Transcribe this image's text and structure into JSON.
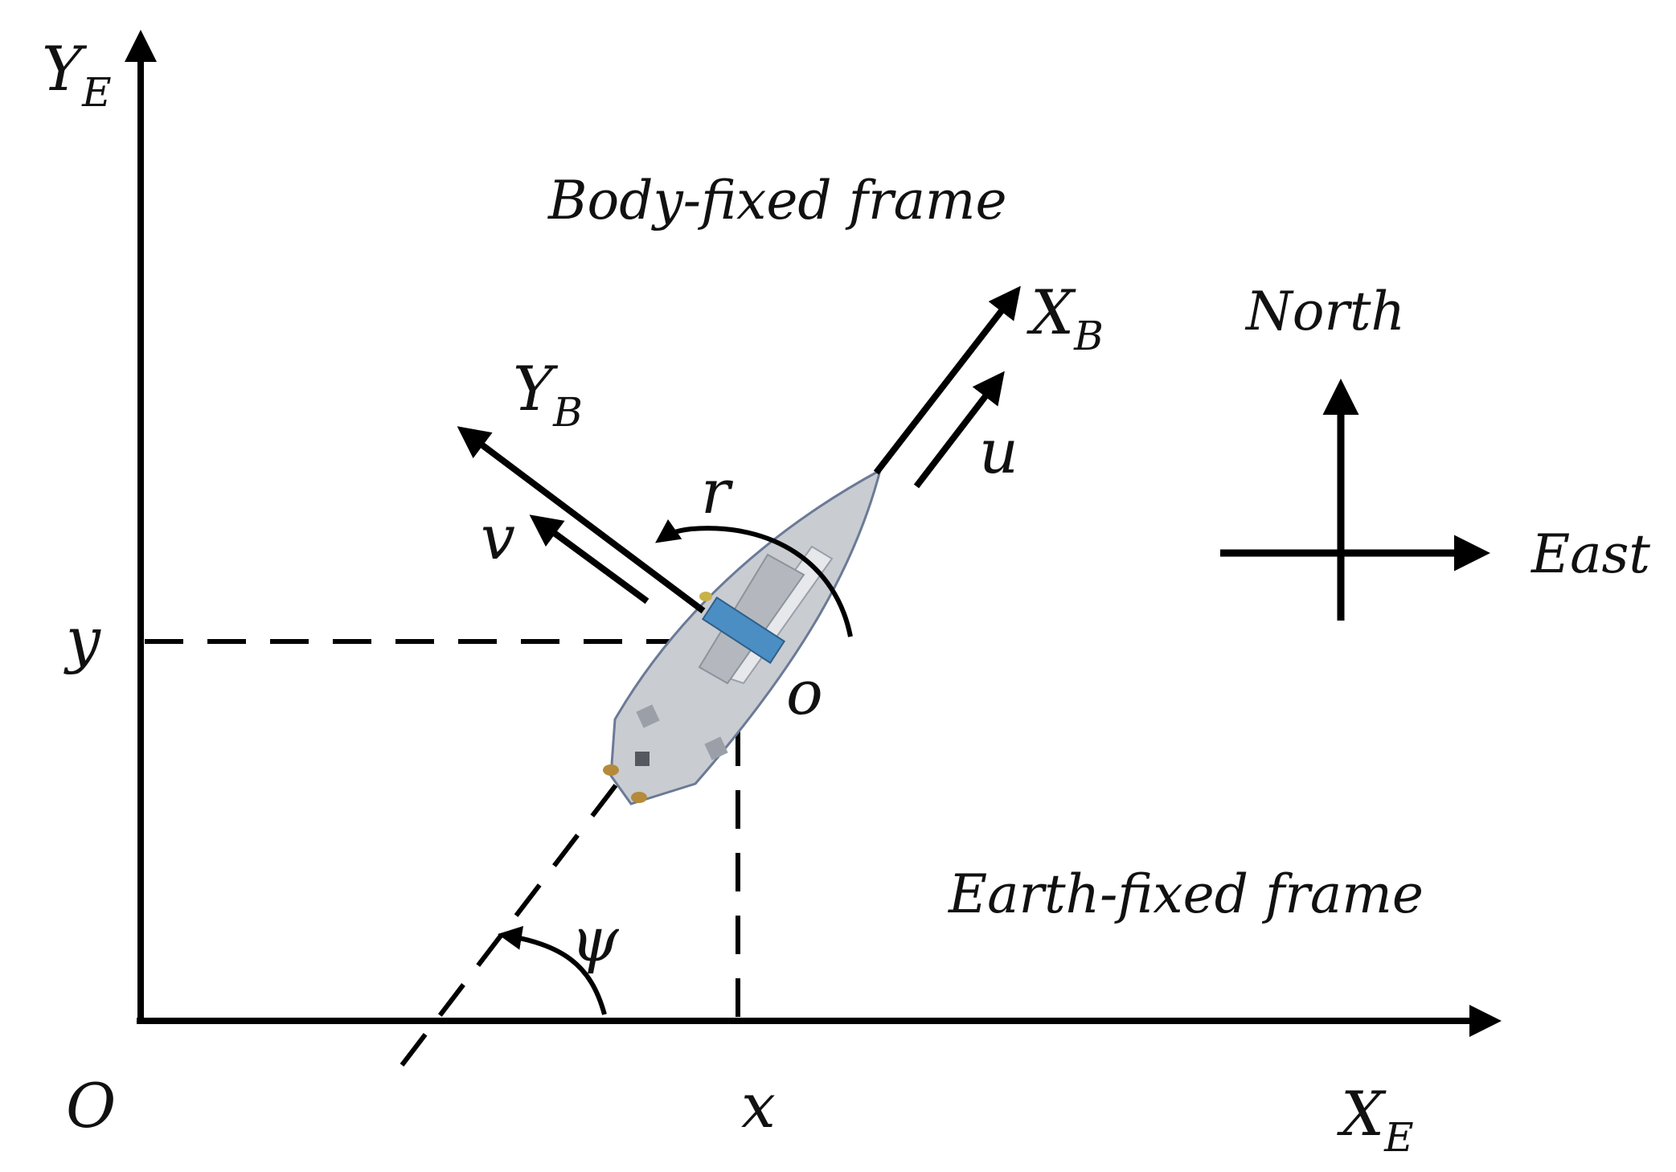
{
  "labels": {
    "ye_main": "Y",
    "ye_sub": "E",
    "xe_main": "X",
    "xe_sub": "E",
    "xb_main": "X",
    "xb_sub": "B",
    "yb_main": "Y",
    "yb_sub": "B",
    "origin": "O",
    "x": "x",
    "y": "y",
    "o": "o",
    "u": "u",
    "v": "v",
    "r": "r",
    "psi": "ψ",
    "body_frame": "Body-fixed frame",
    "earth_frame": "Earth-fixed frame",
    "north": "North",
    "east": "East"
  },
  "colors": {
    "ink": "#000000",
    "hull": "#c9ccd1",
    "hull_edge": "#6b7a96",
    "deck_block": "#4a8ec4",
    "thruster": "#b58a3a"
  }
}
